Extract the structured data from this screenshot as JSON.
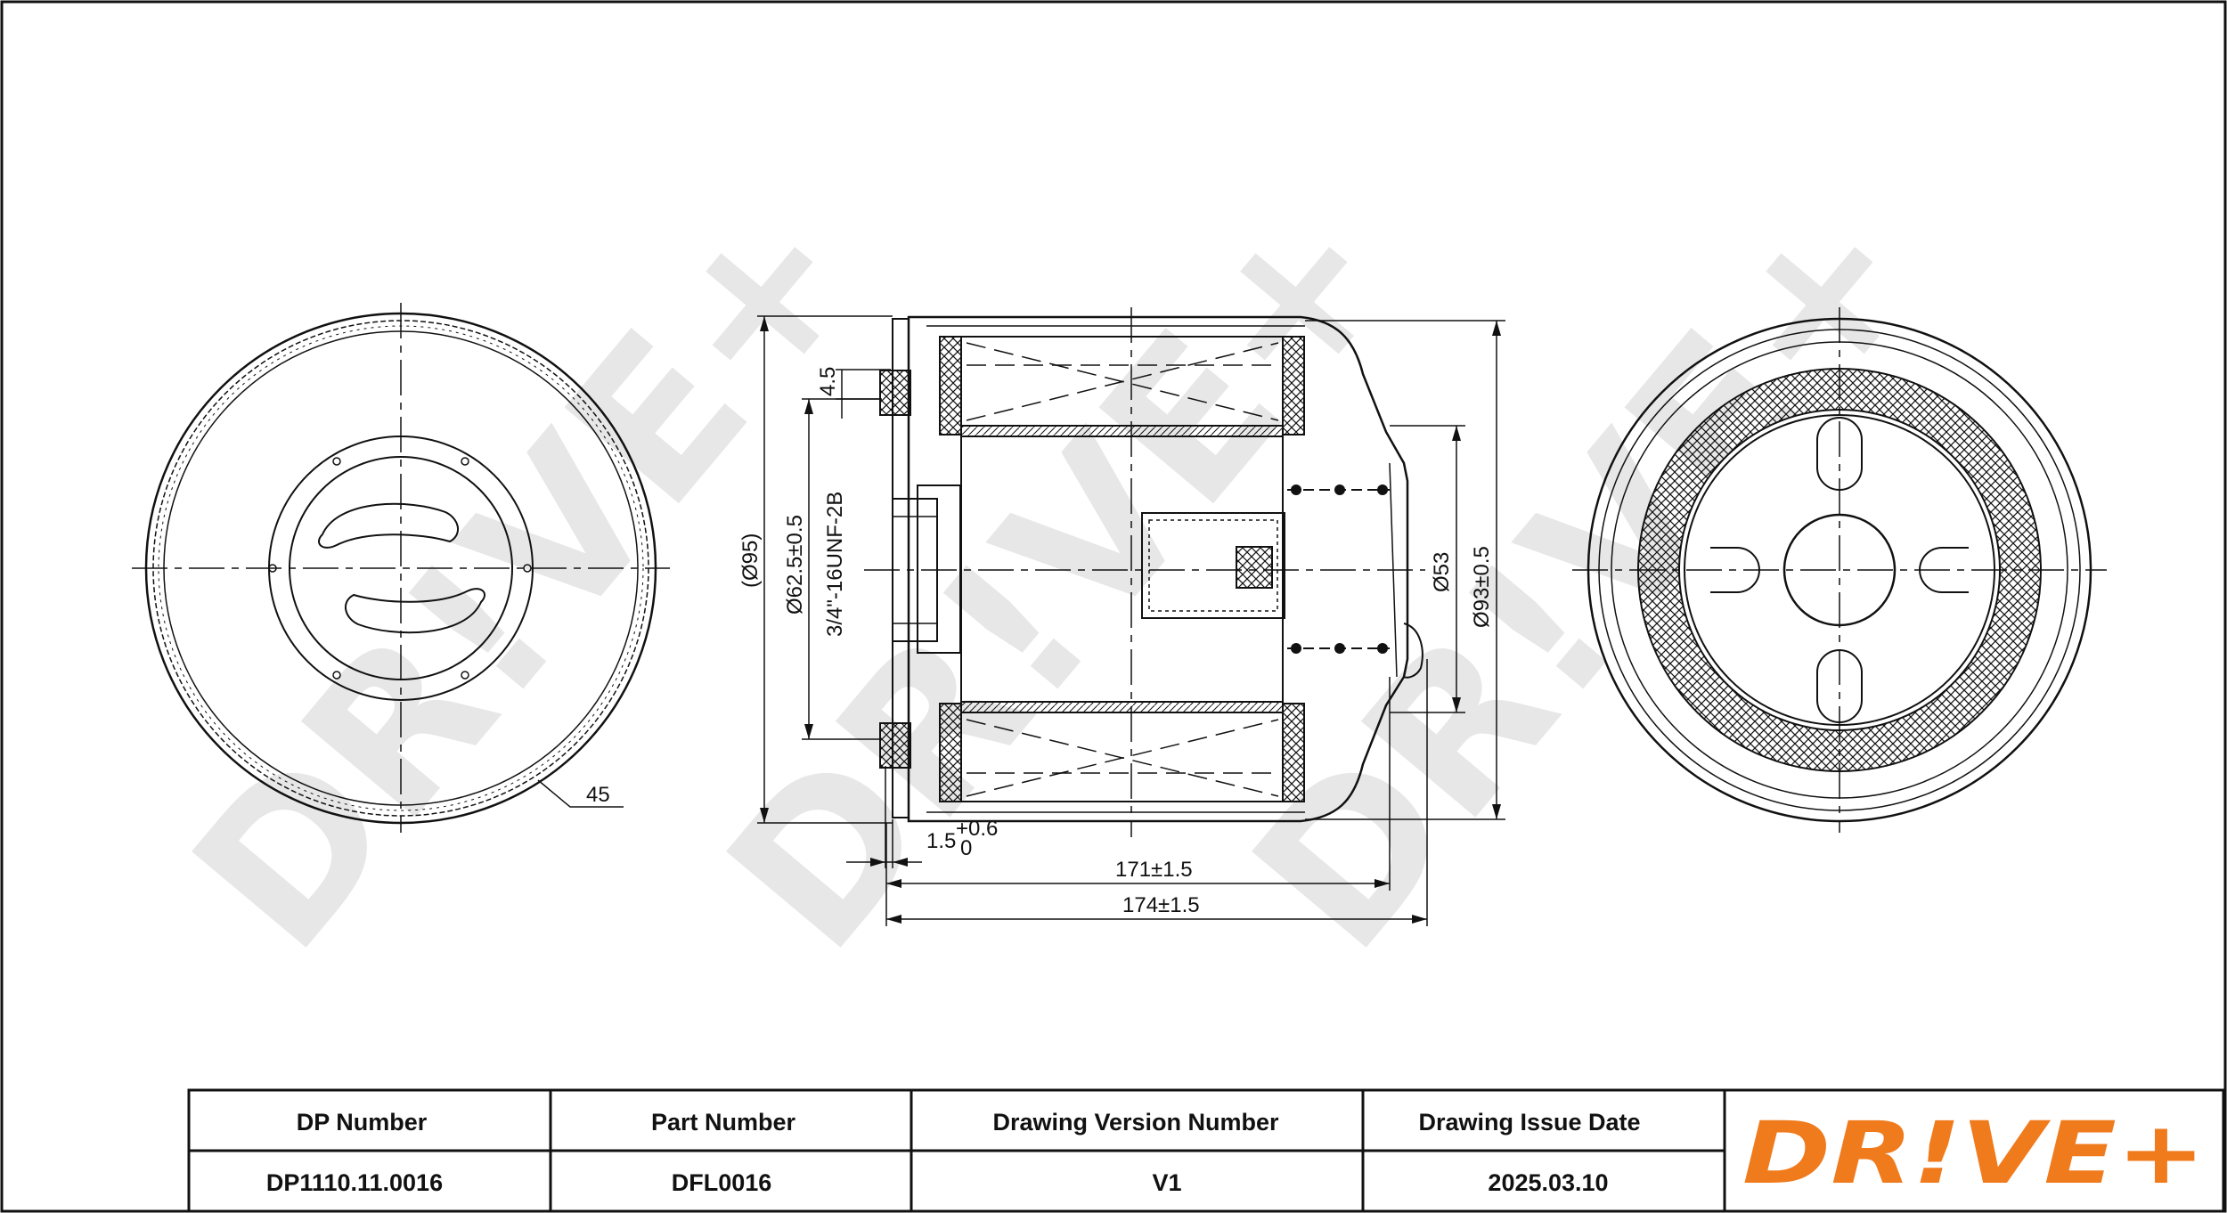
{
  "dimensions": {
    "angle": "45",
    "thread_height": "4.5",
    "outer_diameter": "(Ø95)",
    "gasket_diameter": "Ø62.5±0.5",
    "thread": "3/4\"-16UNF-2B",
    "inner_diameter": "Ø53",
    "body_diameter": "Ø93±0.5",
    "gasket_offset": "1.5",
    "gasket_offset_tol_upper": "+0.6",
    "gasket_offset_tol_lower": "0",
    "length_body": "171±1.5",
    "length_total": "174±1.5"
  },
  "title_block": {
    "headers": [
      "DP Number",
      "Part Number",
      "Drawing Version Number",
      "Drawing Issue Date"
    ],
    "values": [
      "DP1110.11.0016",
      "DFL0016",
      "V1",
      "2025.03.10"
    ],
    "logo": "DR!VE+"
  },
  "watermark": "DR!VE+",
  "colors": {
    "logo": "#f07b1d",
    "line": "#111111",
    "watermark": "#e6e6e6"
  }
}
